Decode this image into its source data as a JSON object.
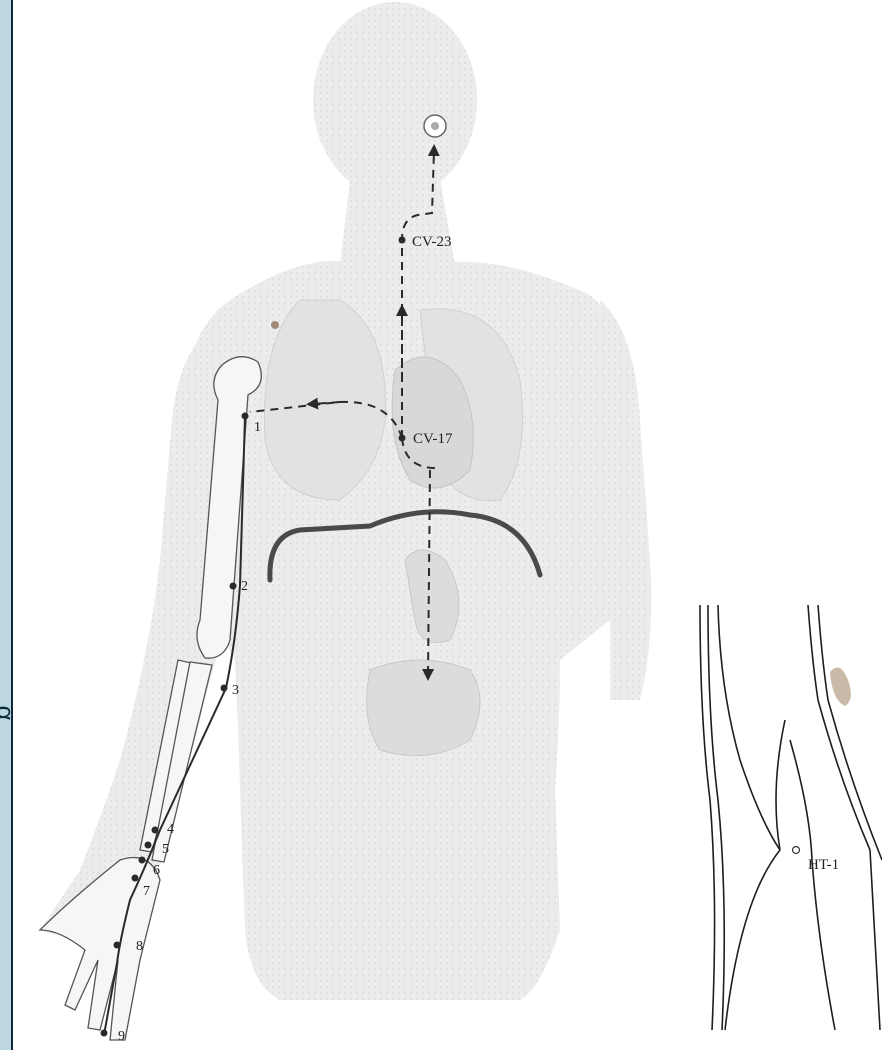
{
  "meridian": {
    "points": [
      "1",
      "2",
      "3",
      "4",
      "5",
      "6",
      "7",
      "8",
      "9"
    ]
  },
  "conception_points": {
    "upper": "CV-23",
    "middle": "CV-17"
  },
  "inset": {
    "point_label": "HT-1"
  },
  "edge_glyph": "α",
  "colors": {
    "sidebar": "#bcd7e2",
    "sidebar_border": "#0b2a3c",
    "body_fill": "#ececec",
    "line": "#2a2a2a",
    "organ_fill": "#e2e2e2"
  }
}
